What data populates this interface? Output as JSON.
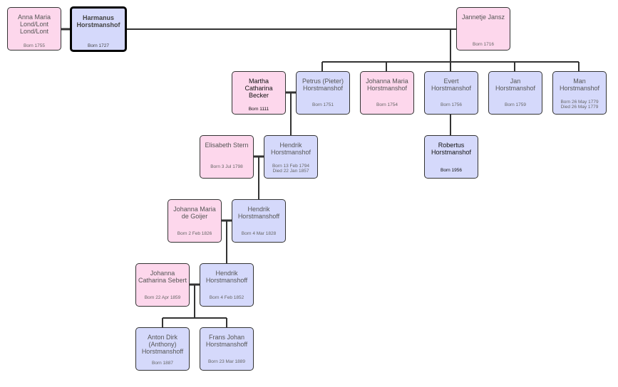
{
  "people": [
    {
      "id": "p1",
      "name": "Anna Maria\nLond/Lont\nLond/Lont",
      "dates": "Born 1755",
      "sex": "female"
    },
    {
      "id": "p2",
      "name": "Harmanus\nHorstmanshof",
      "dates": "Born 1727",
      "sex": "male",
      "focus": true
    },
    {
      "id": "p3",
      "name": "Jannetje Jansz",
      "dates": "Born 1716",
      "sex": "female"
    },
    {
      "id": "p4",
      "name": "Martha\nCatharina\nBecker",
      "dates": "Born 1111",
      "sex": "female",
      "dark": true
    },
    {
      "id": "p5",
      "name": "Petrus (Pieter)\nHorstmanshof",
      "dates": "Born 1751",
      "sex": "male"
    },
    {
      "id": "p6",
      "name": "Johanna Maria\nHorstmanshof",
      "dates": "Born 1754",
      "sex": "female"
    },
    {
      "id": "p7",
      "name": "Evert\nHorstmanshof",
      "dates": "Born 1756",
      "sex": "male"
    },
    {
      "id": "p8",
      "name": "Jan\nHorstmanshof",
      "dates": "Born 1759",
      "sex": "male"
    },
    {
      "id": "p9",
      "name": "Man\nHorstmanshof",
      "dates": "Born 26 May 1779\nDied 26 May 1779",
      "sex": "male"
    },
    {
      "id": "p10",
      "name": "Robertus\nHorstmanshof",
      "dates": "Born 1956",
      "sex": "male",
      "dark": true
    },
    {
      "id": "p11",
      "name": "Elisabeth Stern",
      "dates": "Born 3 Jul 1798",
      "sex": "female"
    },
    {
      "id": "p12",
      "name": "Hendrik\nHorstmanshof",
      "dates": "Born 13 Feb 1794\nDied 22 Jan 1857",
      "sex": "male"
    },
    {
      "id": "p13",
      "name": "Johanna Maria\nde Goijer",
      "dates": "Born 2 Feb 1826",
      "sex": "female"
    },
    {
      "id": "p14",
      "name": "Hendrik\nHorstmanshoff",
      "dates": "Born 4 Mar 1828",
      "sex": "male"
    },
    {
      "id": "p15",
      "name": "Johanna\nCatharina Sebert",
      "dates": "Born 22 Apr 1859",
      "sex": "female"
    },
    {
      "id": "p16",
      "name": "Hendrik\nHorstmanshoff",
      "dates": "Born 4 Feb 1852",
      "sex": "male"
    },
    {
      "id": "p17",
      "name": "Anton Dirk\n(Anthony)\nHorstmanshoff",
      "dates": "Born 1887",
      "sex": "male"
    },
    {
      "id": "p18",
      "name": "Frans Johan\nHorstmanshoff",
      "dates": "Born 23 Mar 1889",
      "sex": "male"
    }
  ],
  "colors": {
    "female": "#fdd7ec",
    "male": "#d5d9fb",
    "line": "#333333"
  }
}
